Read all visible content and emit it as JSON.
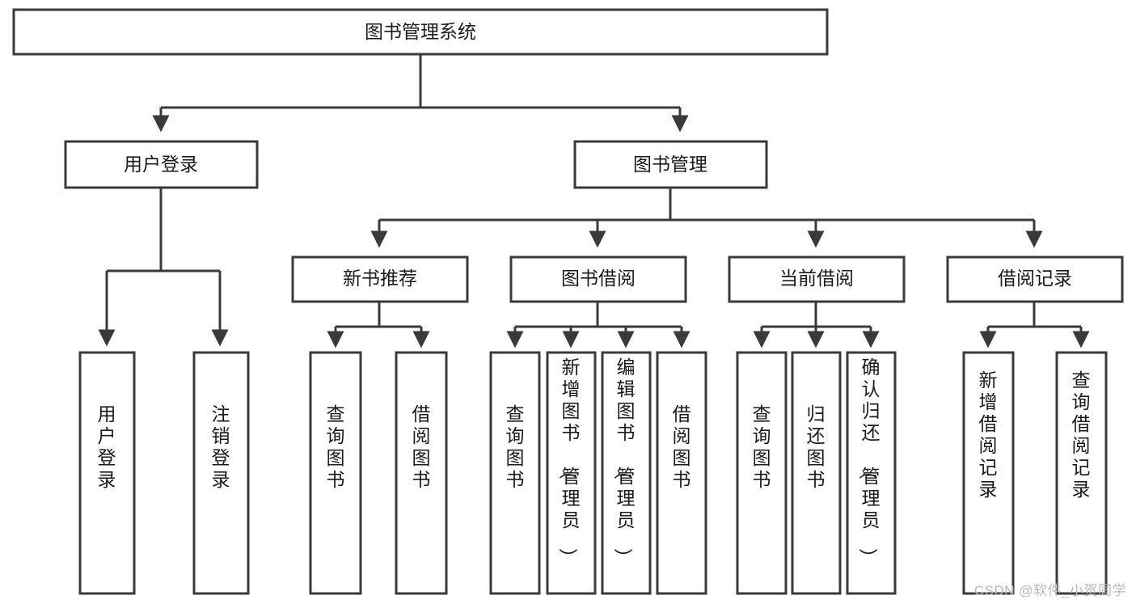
{
  "diagram": {
    "title": "图书管理系统",
    "type": "tree",
    "orientation": "top-down",
    "colors": {
      "background": "#ffffff",
      "box_fill": "#ffffff",
      "box_stroke": "#3a3a3a",
      "connector": "#3a3a3a",
      "text": "#1a1a1a",
      "watermark": "#b8b8b8"
    },
    "root": {
      "id": "root",
      "label": "图书管理系统",
      "orientation": "horizontal"
    },
    "level2": [
      {
        "id": "user-login",
        "label": "用户登录",
        "orientation": "horizontal"
      },
      {
        "id": "book-management",
        "label": "图书管理",
        "orientation": "horizontal"
      }
    ],
    "level3": [
      {
        "id": "new-book-recommend",
        "label": "新书推荐",
        "orientation": "horizontal",
        "parent": "book-management"
      },
      {
        "id": "book-borrow",
        "label": "图书借阅",
        "orientation": "horizontal",
        "parent": "book-management"
      },
      {
        "id": "current-borrow",
        "label": "当前借阅",
        "orientation": "horizontal",
        "parent": "book-management"
      },
      {
        "id": "borrow-record",
        "label": "借阅记录",
        "orientation": "horizontal",
        "parent": "book-management"
      }
    ],
    "leaves": [
      {
        "id": "leaf-user-login",
        "label": "用户登录",
        "parent": "user-login",
        "orientation": "vertical"
      },
      {
        "id": "leaf-logout-login",
        "label": "注销登录",
        "parent": "user-login",
        "orientation": "vertical"
      },
      {
        "id": "leaf-query-book-1",
        "label": "查询图书",
        "parent": "new-book-recommend",
        "orientation": "vertical"
      },
      {
        "id": "leaf-borrow-book-1",
        "label": "借阅图书",
        "parent": "new-book-recommend",
        "orientation": "vertical"
      },
      {
        "id": "leaf-query-book-2",
        "label": "查询图书",
        "parent": "book-borrow",
        "orientation": "vertical"
      },
      {
        "id": "leaf-add-book",
        "label": "新增图书（管理员）",
        "parent": "book-borrow",
        "orientation": "vertical"
      },
      {
        "id": "leaf-edit-book",
        "label": "编辑图书（管理员）",
        "parent": "book-borrow",
        "orientation": "vertical"
      },
      {
        "id": "leaf-borrow-book-2",
        "label": "借阅图书",
        "parent": "book-borrow",
        "orientation": "vertical"
      },
      {
        "id": "leaf-query-book-3",
        "label": "查询图书",
        "parent": "current-borrow",
        "orientation": "vertical"
      },
      {
        "id": "leaf-return-book",
        "label": "归还图书",
        "parent": "current-borrow",
        "orientation": "vertical"
      },
      {
        "id": "leaf-confirm-return",
        "label": "确认归还（管理员）",
        "parent": "current-borrow",
        "orientation": "vertical"
      },
      {
        "id": "leaf-add-record",
        "label": "新增借阅记录",
        "parent": "borrow-record",
        "orientation": "vertical"
      },
      {
        "id": "leaf-query-record",
        "label": "查询借阅记录",
        "parent": "borrow-record",
        "orientation": "vertical"
      }
    ]
  },
  "watermark": {
    "text": "CSDN @软件_小贺同学"
  }
}
